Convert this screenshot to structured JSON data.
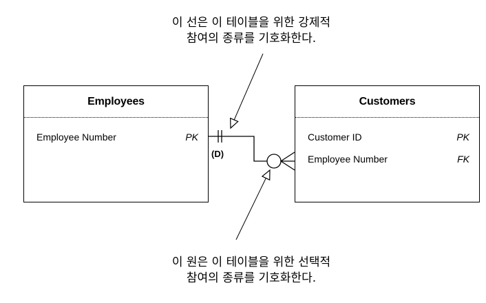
{
  "callouts": {
    "top": {
      "line1": "이 선은 이 테이블을 위한 강제적",
      "line2": "참여의 종류를 기호화한다."
    },
    "bottom": {
      "line1": "이 원은 이 테이블을 위한 선택적",
      "line2": "참여의 종류를 기호화한다."
    }
  },
  "entities": {
    "employees": {
      "title": "Employees",
      "attributes": [
        {
          "name": "Employee Number",
          "key": "PK"
        }
      ]
    },
    "customers": {
      "title": "Customers",
      "attributes": [
        {
          "name": "Customer ID",
          "key": "PK"
        },
        {
          "name": "Employee Number",
          "key": "FK"
        }
      ]
    }
  },
  "relationship": {
    "label": "(D)",
    "employees_end": "mandatory-one",
    "customers_end": "optional-many"
  }
}
